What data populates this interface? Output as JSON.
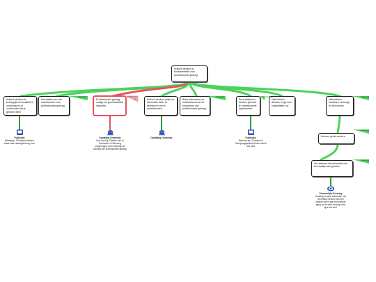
{
  "root": "Kritisch denken is fundamenteel voor professioneel gedrag",
  "branches": [
    {
      "id": "b1",
      "text": "Kritisch denken is belangrijk om kwaliteit in onderwijs en te voorkomen dat je gelezen bent",
      "tag": "ondersteunt"
    },
    {
      "id": "b2",
      "text": "Kernkaders en een onderbouwd voor professioneel gedrag",
      "tag": ""
    },
    {
      "id": "b3",
      "text": "Professioneel gedrag vraagt om goed kwaliteit inspectie",
      "tag": "draagt niet bij aan"
    },
    {
      "id": "b4",
      "text": "Kritisch denken helpt om informatie beter te selecteren om te onderbouwen",
      "tag": ""
    },
    {
      "id": "b5",
      "text": "Beter selecteren en onderbouwen is het fundament van professioneel gedrag",
      "tag": "ondersteunt"
    },
    {
      "id": "b6",
      "text": "Door kritisch te denken gebruik je onderbouwde argumenten",
      "tag": "ondersteunt"
    },
    {
      "id": "b7",
      "text": "Niet kritisch denken zorgt voor slaapriteiten op",
      "tag": ""
    },
    {
      "id": "b8",
      "text": "Niet kritisch handelen verhoogt en het niveau",
      "tag": "ondersteunt"
    },
    {
      "id": "b9",
      "text": "Kennen groeit anders",
      "tag": "ondersteunt"
    },
    {
      "id": "b10",
      "text": "Ver zekeren dat het einde van het maatje aan groeien",
      "tag": "ondersteunt"
    }
  ],
  "sources": [
    {
      "id": "s1",
      "title": "Publicatie",
      "body": "Wielenga, JM kritisch denken basis stad vaardigheid.org.com"
    },
    {
      "id": "s2",
      "title": "Opvatting Onderwijs",
      "body": "Lock van Eg, Dhekke van M, Schroeder-L Rekening omgevingen vind onderwijs de training van professioneel gedrag"
    },
    {
      "id": "s3",
      "title": "Opvatting Onderwijs",
      "body": ""
    },
    {
      "id": "s4",
      "title": "Publicatie",
      "body": "Beecher ea, 3 Dooths M Overgangsgebied binnen beleid met park"
    },
    {
      "id": "s5",
      "title": "Persoonlijke Ervaring",
      "body": "Houding ervaren afkeurden van de kritisch denken van een tweede meer naar een tweede gang op de kern verzorgt voor fijne dat wel?"
    }
  ],
  "colors": {
    "link": "#4cd25a",
    "link_dark": "#2e9e3c",
    "warn": "#e5535f",
    "warn_fill": "#f6b9bf",
    "icon": "#2a56b4"
  }
}
